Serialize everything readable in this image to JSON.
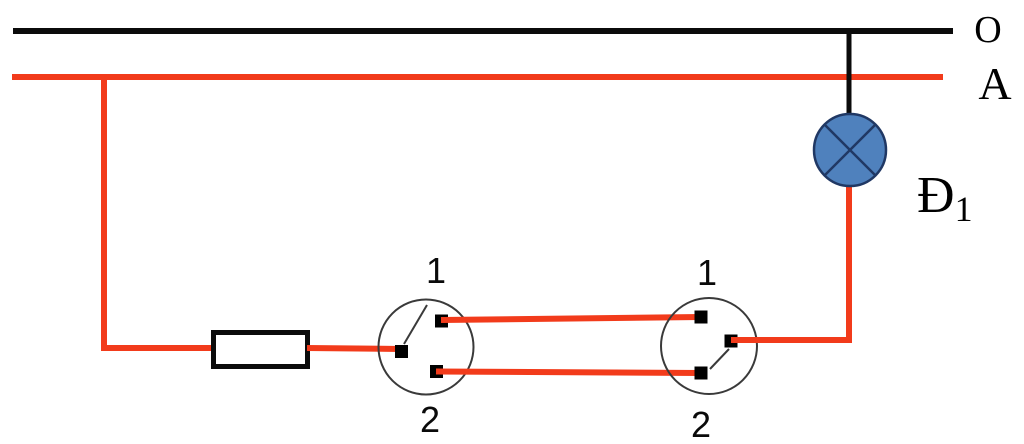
{
  "diagram": {
    "labels": {
      "neutral_bus": "O",
      "phase_bus": "A",
      "lamp_name": "Đ",
      "lamp_index": "1",
      "switch1_terminal1": "1",
      "switch1_terminal2": "2",
      "switch2_terminal1": "1",
      "switch2_terminal2": "2"
    },
    "colors": {
      "phase_wire": "#F23B1B",
      "neutral_wire": "#0B0B0B",
      "lamp_fill": "#4F81BD",
      "lamp_cross": "#203864",
      "component_outline": "#3A3A3A",
      "terminal": "#000000",
      "label_text": "#000000"
    }
  }
}
